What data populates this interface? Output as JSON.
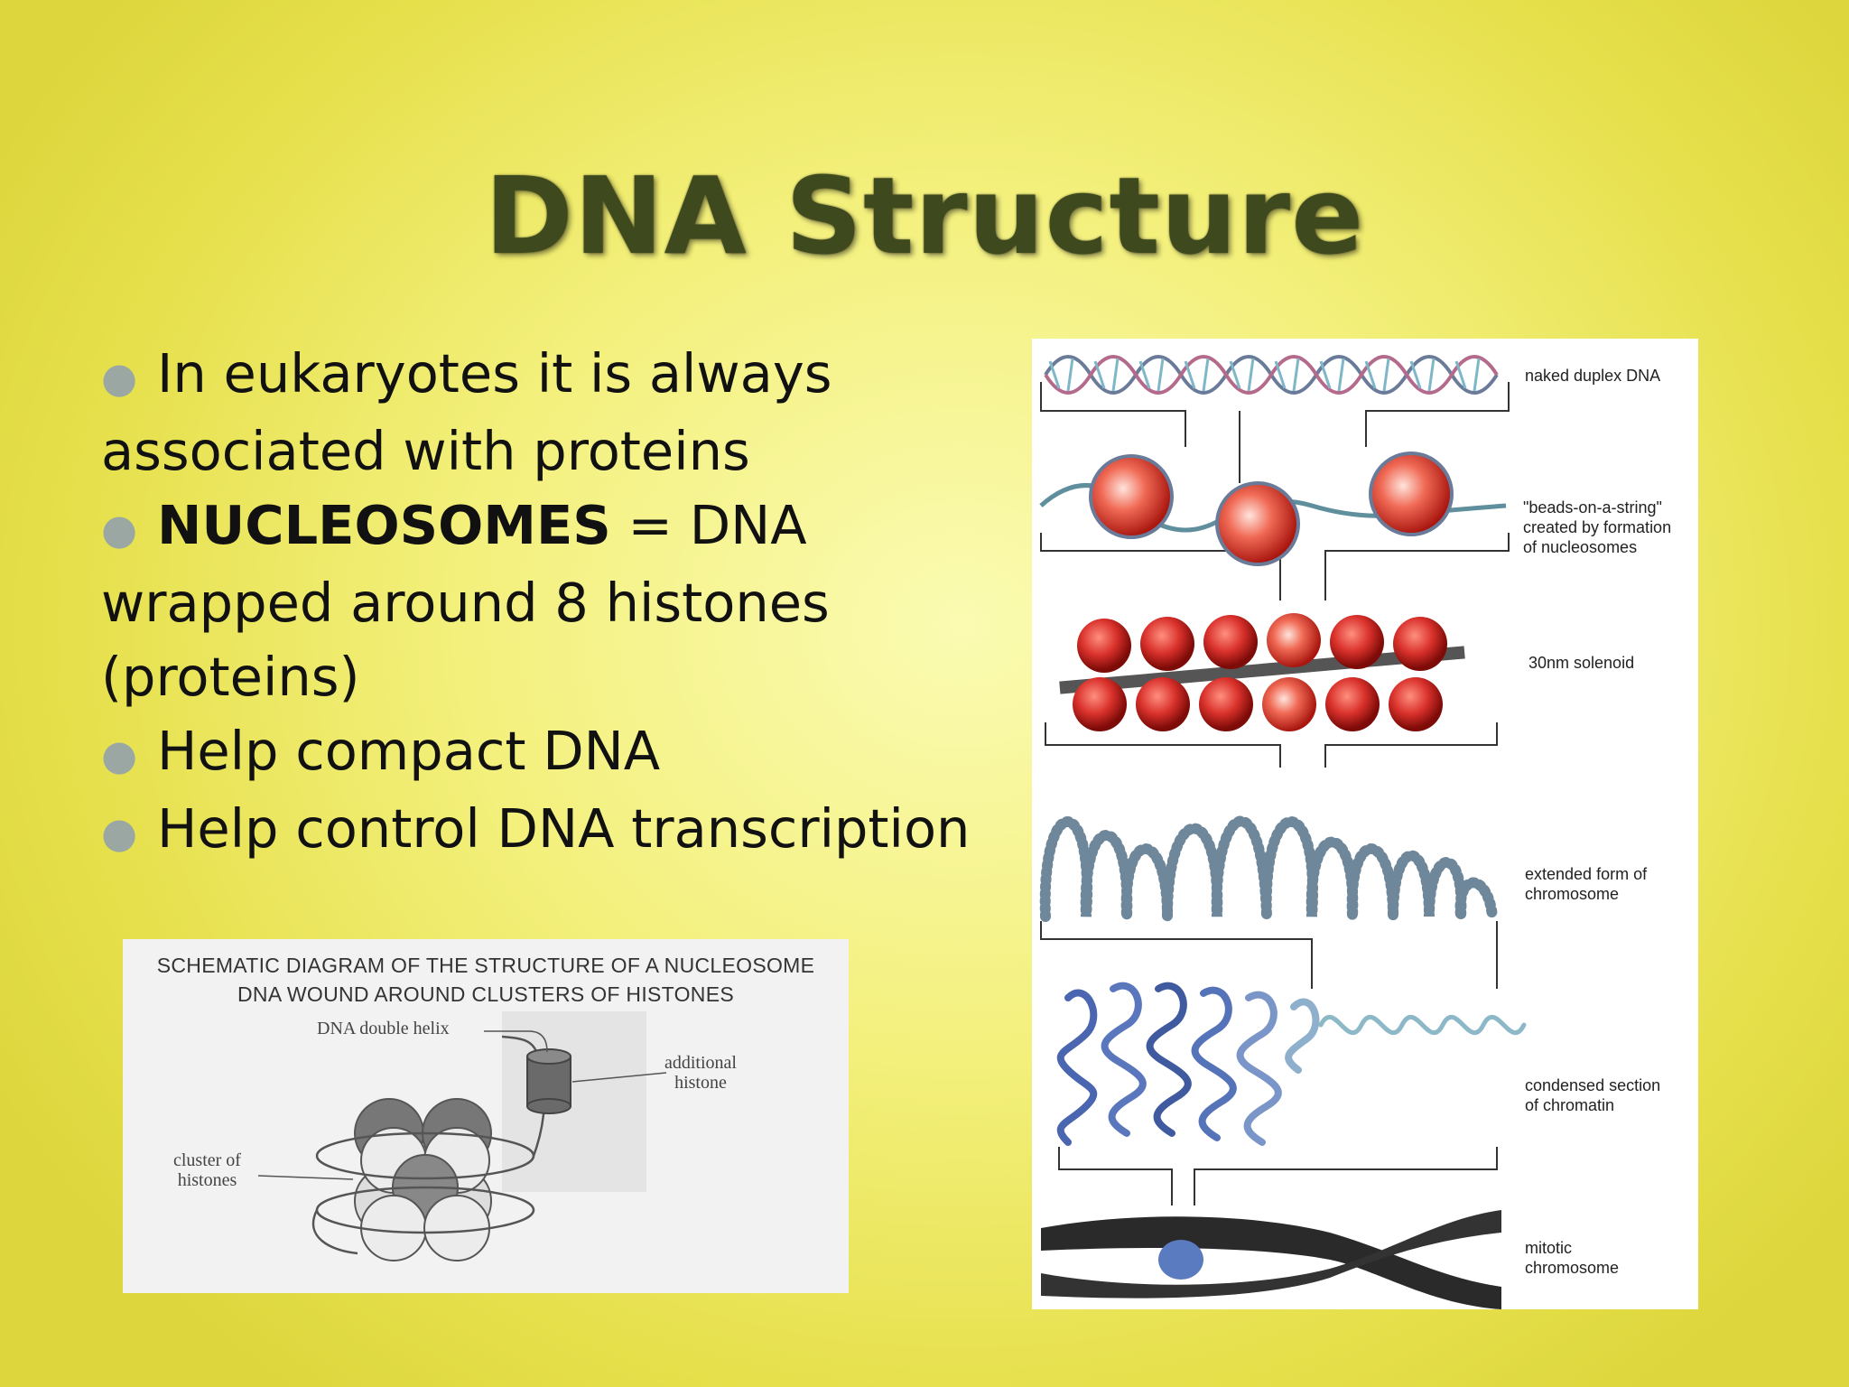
{
  "title": "DNA Structure",
  "bullets": [
    {
      "strong": "",
      "text": "In eukaryotes it is always associated with proteins"
    },
    {
      "strong": "NUCLEOSOMES",
      "text": " = DNA wrapped around 8 histones (proteins)"
    },
    {
      "strong": "",
      "text": "Help compact DNA"
    },
    {
      "strong": "",
      "text": "Help control DNA transcription"
    }
  ],
  "chromatin_figure": {
    "labels": {
      "naked": "naked duplex DNA",
      "beads": "\"beads-on-a-string\"\ncreated by formation\nof nucleosomes",
      "solenoid": "30nm solenoid",
      "extended": "extended form of\nchromosome",
      "condensed": "condensed section\nof chromatin",
      "mitotic": "mitotic\nchromosome"
    }
  },
  "nucleosome_figure": {
    "heading_line1": "SCHEMATIC DIAGRAM OF THE STRUCTURE OF A NUCLEOSOME",
    "heading_line2": "DNA WOUND AROUND CLUSTERS OF HISTONES",
    "label_helix": "DNA double helix",
    "label_additional": "additional\nhistone",
    "label_cluster": "cluster of\nhistones"
  },
  "colors": {
    "title": "#3e4a1e",
    "bullet_dot": "#9aa7a3",
    "nucleosome_red": "#d9312b",
    "chromatin_blue": "#5a6f8f"
  }
}
